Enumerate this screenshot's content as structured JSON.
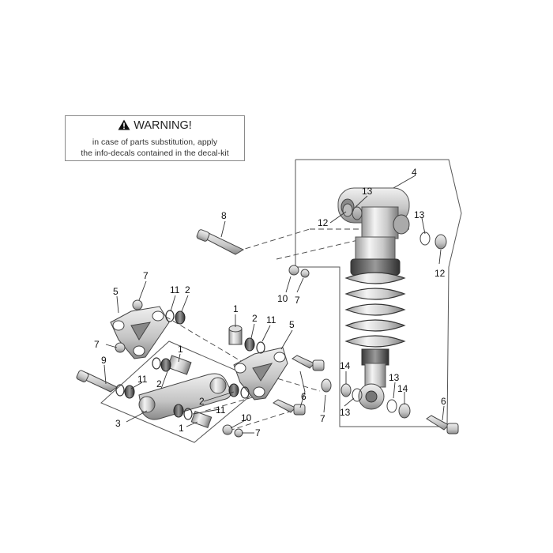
{
  "warning": {
    "title": "WARNING!",
    "line1": "in case of parts substitution, apply",
    "line2": "the info-decals contained in the decal-kit"
  },
  "icons": {
    "warning": "warning-triangle-icon"
  },
  "callouts": [
    "4",
    "13",
    "12",
    "13",
    "12",
    "8",
    "10",
    "7",
    "5",
    "7",
    "11",
    "2",
    "1",
    "2",
    "11",
    "5",
    "7",
    "9",
    "1",
    "11",
    "2",
    "14",
    "13",
    "14",
    "13",
    "6",
    "6",
    "2",
    "11",
    "3",
    "1",
    "10",
    "7",
    "7"
  ]
}
